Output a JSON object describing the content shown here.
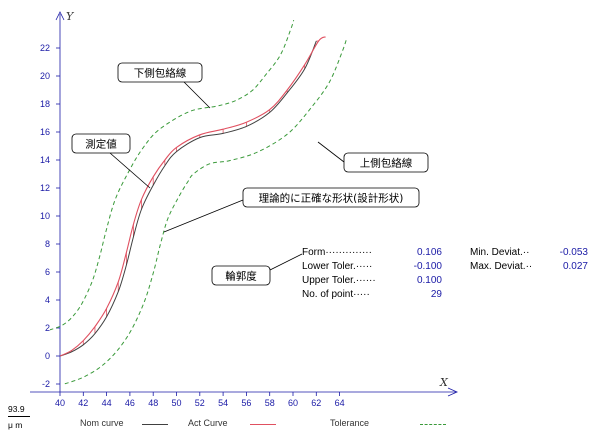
{
  "chart_data": {
    "type": "line",
    "x_axis": {
      "label": "X",
      "ticks": [
        "40",
        "42",
        "44",
        "46",
        "48",
        "50",
        "52",
        "54",
        "56",
        "58",
        "60",
        "62",
        "64"
      ]
    },
    "y_axis": {
      "label": "Y",
      "ticks": [
        "-2",
        "0",
        "2",
        "4",
        "6",
        "8",
        "10",
        "12",
        "14",
        "16",
        "18",
        "20",
        "22"
      ]
    },
    "callouts": {
      "lower_envelope": "下側包絡線",
      "upper_envelope": "上側包絡線",
      "measured": "測定値",
      "nominal": "理論的に正確な形状(設計形状)",
      "profile": "輪郭度"
    },
    "nominal_curve": {
      "x": [
        40,
        41,
        42,
        43,
        44,
        45,
        45.7,
        46.3,
        47,
        48,
        49,
        50,
        52,
        54,
        56,
        58,
        59.5,
        61,
        62
      ],
      "y": [
        0,
        0.3,
        0.8,
        1.6,
        2.8,
        4.6,
        6.5,
        8.5,
        10.5,
        12.2,
        13.6,
        14.6,
        15.6,
        15.9,
        16.4,
        17.4,
        18.8,
        20.5,
        22.5
      ]
    },
    "actual_curve": {
      "x": [
        40,
        41,
        42,
        43,
        44,
        45,
        45.7,
        46.3,
        47,
        48,
        49,
        50,
        52,
        54,
        56,
        58,
        59.5,
        61,
        62.2,
        62.8
      ],
      "y": [
        0,
        0.4,
        1.1,
        2.1,
        3.4,
        5.3,
        7.4,
        9.4,
        11.2,
        12.8,
        14.0,
        14.9,
        15.8,
        16.2,
        16.7,
        17.6,
        19.0,
        20.8,
        22.5,
        22.8
      ]
    },
    "stats_left": [
      {
        "label": "Form··············",
        "value": "0.106"
      },
      {
        "label": "Lower Toler.·····",
        "value": "-0.100"
      },
      {
        "label": "Upper Toler.······",
        "value": "0.100"
      },
      {
        "label": "No. of point·····",
        "value": "29"
      }
    ],
    "stats_right": [
      {
        "label": "Min. Deviat.··",
        "value": "-0.053"
      },
      {
        "label": "Max. Deviat.··",
        "value": "0.027"
      }
    ],
    "legend": [
      {
        "name": "Nom curve",
        "color": "#404040",
        "dash": false
      },
      {
        "name": "Act Curve",
        "color": "#e05060",
        "dash": false
      },
      {
        "name": "Tolerance",
        "color": "#3a9a3a",
        "dash": true
      }
    ],
    "scale_bar": {
      "value": "93.9",
      "unit": "μ m"
    },
    "colors": {
      "axis": "#1a1aa6",
      "nominal": "#404040",
      "actual": "#e05060",
      "tolerance": "#3a9a3a"
    }
  }
}
